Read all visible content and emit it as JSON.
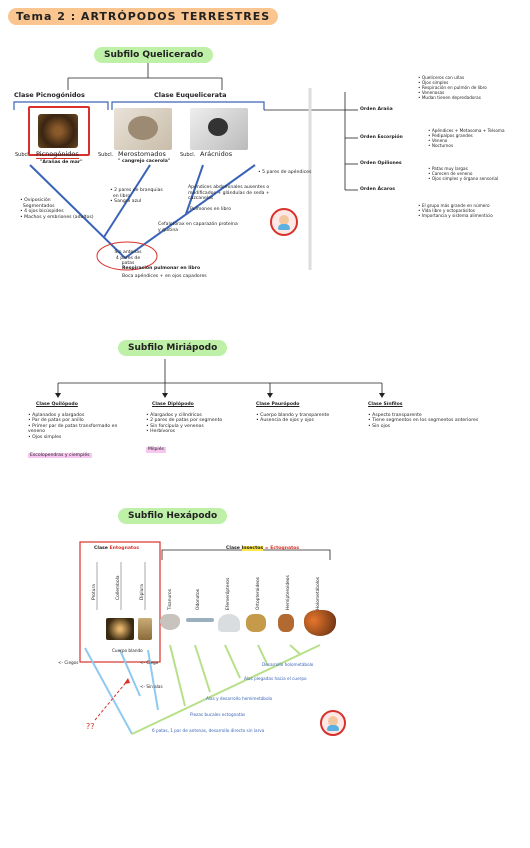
{
  "title": "Tema 2 : ARTRÓPODOS TERRESTRES",
  "section1": {
    "header": "Subfilo Quelicerado",
    "class_left": "Clase Picnogónidos",
    "class_right": "Clase Euquelicerata",
    "img_labels": [
      "Picnogónidos",
      "Merostomados",
      "Arácnidos"
    ],
    "img_prefixes": [
      "Subcl.",
      "Subcl.",
      "Subcl."
    ],
    "merostomados_note": "\" cangrejo cacerola\"",
    "picno_note": "\"Arañas de mar\"",
    "left_notes": [
      "Oviposición",
      "Segmentados",
      "4 ojos bicúspides",
      "Machos y embriones (adultos)"
    ],
    "mid_notes": [
      "2 pares de branquias",
      "en libro",
      "Sangre azul"
    ],
    "right_notes": [
      "Apéndices abdominales ausentes o modificados + glándulas de seda + cazcanelas",
      "Pulmones en libro"
    ],
    "five_pairs": "5 pares de apéndices",
    "cefalotorax": "Cefalotórax en caparazón proteína y quitina",
    "circle_text": [
      "Sin antenas",
      "4 pares de patas"
    ],
    "bottom_notes": [
      "Respiración pulmonar en libro",
      "Boca apéndices + en ojos capadores"
    ],
    "orders": [
      {
        "name": "Orden Araña",
        "notes": [
          "Quelíceros con uñas",
          "Ojos simples",
          "Respiración en pulmón de libro",
          "Venenosas",
          "Mudan tienen depredadoras"
        ]
      },
      {
        "name": "Orden Escorpión",
        "notes": [
          "Apéndices + Metasoma + Telsoma",
          "Pedipalpos grandes",
          "Veneno",
          "Nocturnos"
        ]
      },
      {
        "name": "Orden Opiliones",
        "notes": [
          "Patas muy largas",
          "Carecen de veneno",
          "Ojos simples y órgano sensorial"
        ]
      },
      {
        "name": "Orden Ácaros",
        "notes": [
          "El grupo más grande en número",
          "Vida libre y ectoparásitos",
          "Importancia y sistema alimenticio"
        ]
      }
    ]
  },
  "section2": {
    "header": "Subfilo Miriápodo",
    "classes": [
      {
        "name": "Clase Quilópodo",
        "notes": [
          "Aplanados y alargados",
          "Par de patas por anillo",
          "Primer par de patas transformado en veneno",
          "Ojos simples"
        ],
        "example": "Escolopendras y ciempiés"
      },
      {
        "name": "Clase Diplópodo",
        "notes": [
          "Alargados y cilíndricos",
          "2 pares de patas por segmento",
          "Sin forcípula y venenos",
          "Herbívoros"
        ],
        "example": "Milpiés"
      },
      {
        "name": "Clase Paurópodo",
        "notes": [
          "Cuerpo blando y transparente",
          "Ausencia de ojos y ojos"
        ],
        "example": ""
      },
      {
        "name": "Clase Sínfilos",
        "notes": [
          "Aspecto transparente",
          "Tiene segmentos en los segmentos anteriores",
          "Sin ojos"
        ],
        "example": ""
      }
    ]
  },
  "section3": {
    "header": "Subfilo Hexápodo",
    "clase_entognatos_prefix": "Clase",
    "clase_entognatos": "Entognatos",
    "clase_insectos_prefix": "Clase",
    "clase_insectos": "Insectos",
    "clase_ectognatos": "= Ectognatos",
    "entognatos_groups": [
      "Protura",
      "Collembola",
      "Diplura"
    ],
    "insect_groups": [
      "Tisanuros",
      "Odonatos",
      "Efemerópteros",
      "Ortopteroideos",
      "Hemipteroideos",
      "Holometábolos"
    ],
    "traits": [
      "Desarrollo holometábolo",
      "Alas plegadas hacia el cuerpo",
      "Alas y desarrollo hemimetábolo",
      "Piezas bucales ectognatas",
      "6 patas, 1 par de antenas, desarrollo directo sin larva"
    ],
    "side_notes": [
      "Ciegos",
      "Ciego",
      "Sin alas",
      "Cuerpo blando",
      "??"
    ]
  },
  "colors": {
    "orange": "#fbc58f",
    "green": "#bff0a8",
    "blue": "#3a63b8",
    "red": "#d8312b",
    "tree_green": "#b8e08a",
    "tree_blue": "#8ec9ef"
  }
}
